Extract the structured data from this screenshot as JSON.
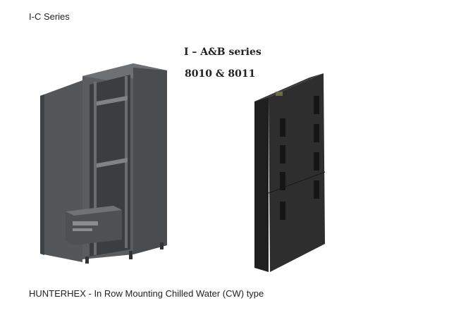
{
  "captions": {
    "top": "I-C Series",
    "bottom": "HUNTERHEX - In Row Mounting Chilled Water (CW) type"
  },
  "figure": {
    "series_title": "I – A&B series",
    "series_models": "8010 & 8011"
  },
  "colors": {
    "background": "#ffffff",
    "text": "#222222",
    "cabinet_body": "#4a4d4f",
    "unit_body": "#2b2b2b"
  }
}
